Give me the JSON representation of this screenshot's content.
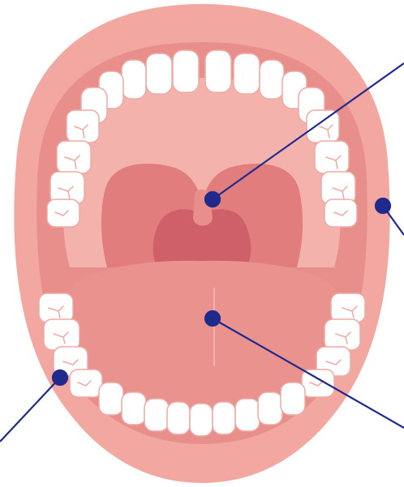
{
  "diagram": {
    "subject": "open-mouth-anatomy",
    "colors": {
      "lips": "#f2a7a0",
      "inner_mouth": "#e98f8b",
      "palate": "#f3b3ac",
      "throat_arch": "#e27d7e",
      "throat": "#cf5f68",
      "tongue": "#e9928e",
      "teeth": "#ffffff",
      "tooth_outline": "#f0a8a3",
      "pointer": "#1f2a8c"
    },
    "pointers": [
      {
        "target": "uvula"
      },
      {
        "target": "upper-molar"
      },
      {
        "target": "tongue"
      },
      {
        "target": "lower-molar"
      }
    ]
  }
}
